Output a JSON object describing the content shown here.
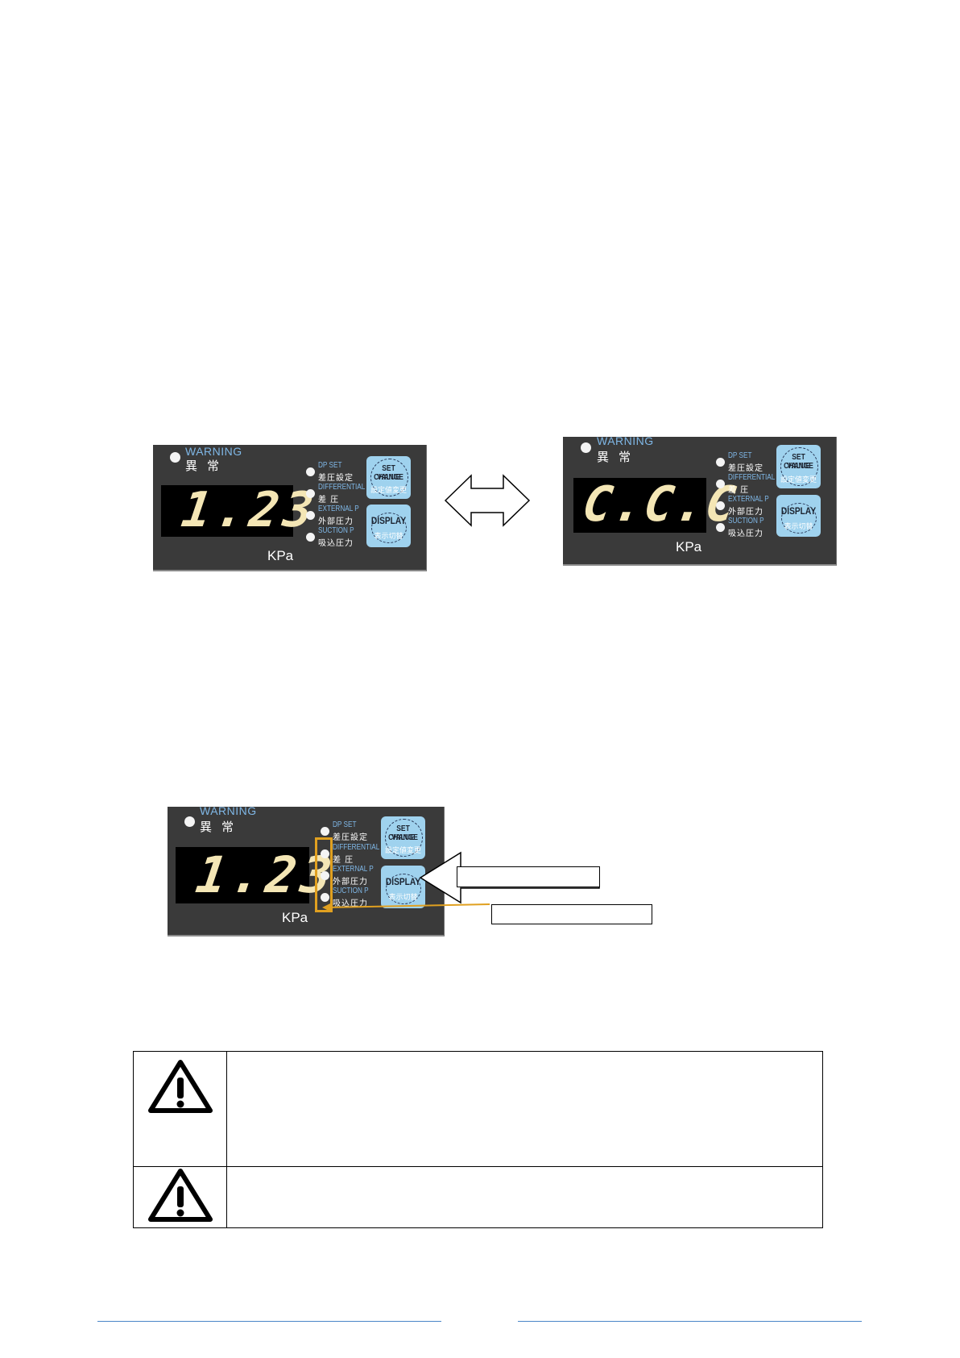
{
  "panels": [
    {
      "warning_en": "WARNING",
      "warning_jp": "異常",
      "display_value": "1.23",
      "unit": "KPa",
      "modes": [
        {
          "en": "DP SET",
          "jp": "差圧設定"
        },
        {
          "en": "DIFFERENTIAL P",
          "jp": "差 圧"
        },
        {
          "en": "EXTERNAL P",
          "jp": "外部圧力"
        },
        {
          "en": "SUCTION P",
          "jp": "吸込圧力"
        }
      ],
      "button_set": {
        "en1": "SET VALUE",
        "en2": "CHANGE",
        "jp": "設定値変更"
      },
      "button_display": {
        "en": "DISPLAY",
        "jp": "表示切替"
      }
    },
    {
      "warning_en": "WARNING",
      "warning_jp": "異常",
      "display_value": "C.C.C",
      "unit": "KPa",
      "modes": [
        {
          "en": "DP SET",
          "jp": "差圧設定"
        },
        {
          "en": "DIFFERENTIAL P",
          "jp": "差 圧"
        },
        {
          "en": "EXTERNAL P",
          "jp": "外部圧力"
        },
        {
          "en": "SUCTION P",
          "jp": "吸込圧力"
        }
      ],
      "button_set": {
        "en1": "SET VALUE",
        "en2": "CHANGE",
        "jp": "設定値変更"
      },
      "button_display": {
        "en": "DISPLAY",
        "jp": "表示切替"
      }
    },
    {
      "warning_en": "WARNING",
      "warning_jp": "異常",
      "display_value": "1.23",
      "unit": "KPa",
      "modes": [
        {
          "en": "DP SET",
          "jp": "差圧設定"
        },
        {
          "en": "DIFFERENTIAL P",
          "jp": "差 圧"
        },
        {
          "en": "EXTERNAL P",
          "jp": "外部圧力"
        },
        {
          "en": "SUCTION P",
          "jp": "吸込圧力"
        }
      ],
      "button_set": {
        "en1": "SET VALUE",
        "en2": "CHANGE",
        "jp": "設定値変更"
      },
      "button_display": {
        "en": "DISPLAY",
        "jp": "表示切替"
      }
    }
  ],
  "icons": {
    "swap": "double-arrow-icon",
    "pointer": "arrow-left-icon",
    "warning": "warning-triangle-icon"
  },
  "colors": {
    "panel": "#3a3a3a",
    "screen": "#000000",
    "segment": "#f4e6b5",
    "label_blue": "#7fb7e6",
    "button": "#9fd2ee",
    "highlight": "#e0a020",
    "footer_line": "#4a86c8"
  },
  "callouts": [
    {
      "text": ""
    },
    {
      "text": ""
    }
  ],
  "warnings": [
    {
      "text": ""
    },
    {
      "text": ""
    }
  ]
}
